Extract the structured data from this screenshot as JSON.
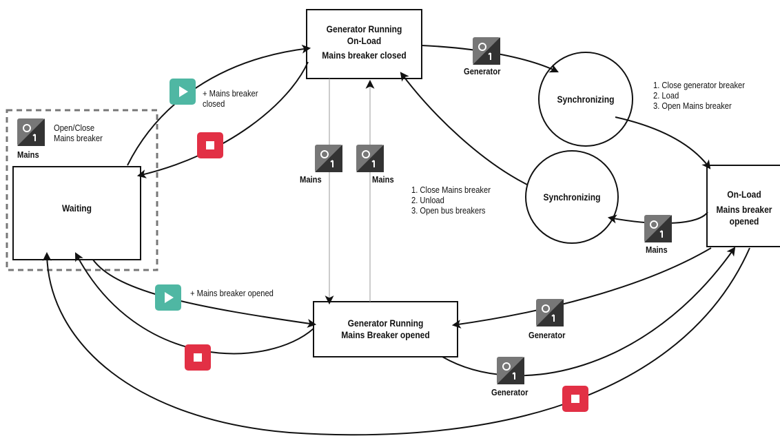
{
  "colors": {
    "start_button": "#4fb7a3",
    "stop_button": "#e23045",
    "switch_icon_dark": "#3a3a3a",
    "switch_icon_light": "#7a7a7a",
    "line": "#111111",
    "dashed_border": "#777777"
  },
  "states": {
    "gen_on_load": {
      "line1": "Generator Running\nOn-Load",
      "line2": "Mains breaker closed"
    },
    "waiting": {
      "label": "Waiting"
    },
    "gen_mains_open": {
      "label": "Generator Running\nMains Breaker opened"
    },
    "on_load": {
      "line1": "On-Load",
      "line2": "Mains breaker\nopened"
    },
    "sync_top": {
      "label": "Synchronizing"
    },
    "sync_bottom": {
      "label": "Synchronizing"
    }
  },
  "icon_labels": {
    "generator": "Generator",
    "mains": "Mains"
  },
  "annotations": {
    "open_close": "Open/Close\nMains breaker",
    "start_mains_closed": "+ Mains breaker\nclosed",
    "start_mains_opened": "+ Mains breaker opened",
    "sync_top_steps": "1. Close generator breaker\n2. Load\n3. Open Mains breaker",
    "sync_bottom_steps": "1. Close Mains breaker\n2. Unload\n3. Open bus breakers"
  },
  "icons": {
    "start": "play-icon",
    "stop": "stop-icon",
    "breaker": "breaker-switch-icon"
  }
}
